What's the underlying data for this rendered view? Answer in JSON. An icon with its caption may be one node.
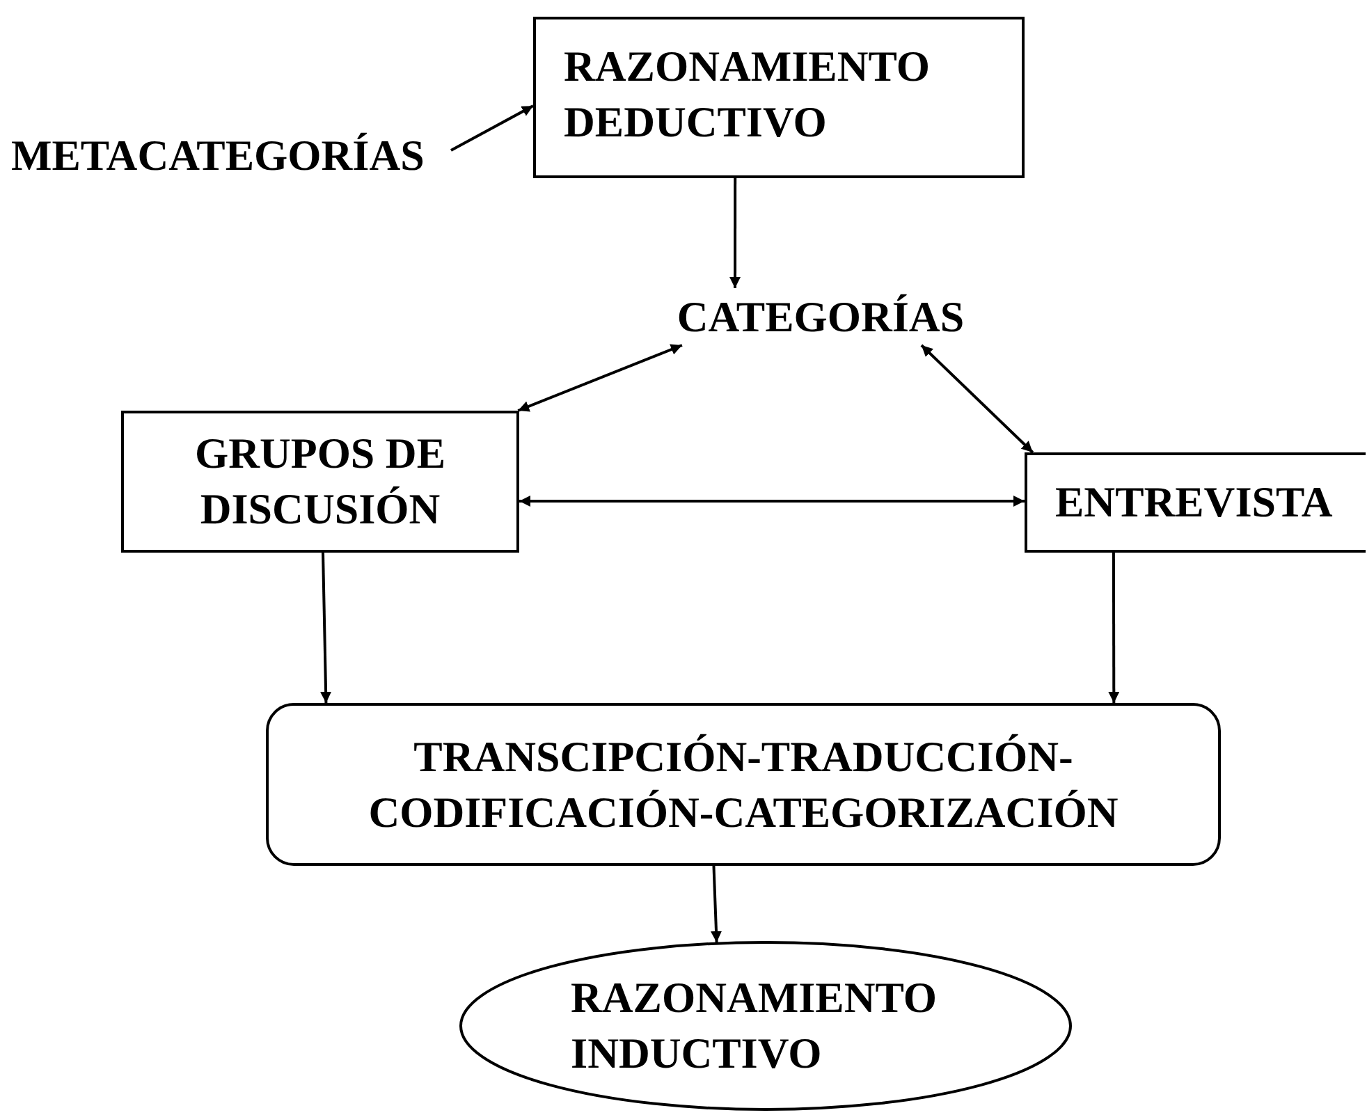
{
  "diagram": {
    "nodes": [
      {
        "text": [
          "METACATEGORÍAS"
        ]
      },
      {
        "text": [
          "RAZONAMIENTO DEDUCTIVO"
        ]
      },
      {
        "text": [
          "CATEGORÍAS"
        ]
      },
      {
        "text": [
          "GRUPOS DE DISCUSIÓN"
        ]
      },
      {
        "text": [
          "ENTREVISTA"
        ]
      },
      {
        "text": [
          "TRANSCIPCIÓN-TRADUCCIÓN-CODIFICACIÓN-CATEGORIZACIÓN"
        ]
      },
      {
        "text": [
          "RAZONAMIENTO INDUCTIVO"
        ]
      }
    ],
    "edges": [
      {
        "from": 0,
        "to": 1,
        "arrow": "to"
      },
      {
        "from": 1,
        "to": 2,
        "arrow": "to"
      },
      {
        "from": 2,
        "to": 3,
        "arrow": "both"
      },
      {
        "from": 2,
        "to": 4,
        "arrow": "both"
      },
      {
        "from": 3,
        "to": 4,
        "arrow": "both"
      },
      {
        "from": 3,
        "to": 5,
        "arrow": "to"
      },
      {
        "from": 4,
        "to": 5,
        "arrow": "to"
      },
      {
        "from": 5,
        "to": 6,
        "arrow": "to"
      }
    ]
  }
}
